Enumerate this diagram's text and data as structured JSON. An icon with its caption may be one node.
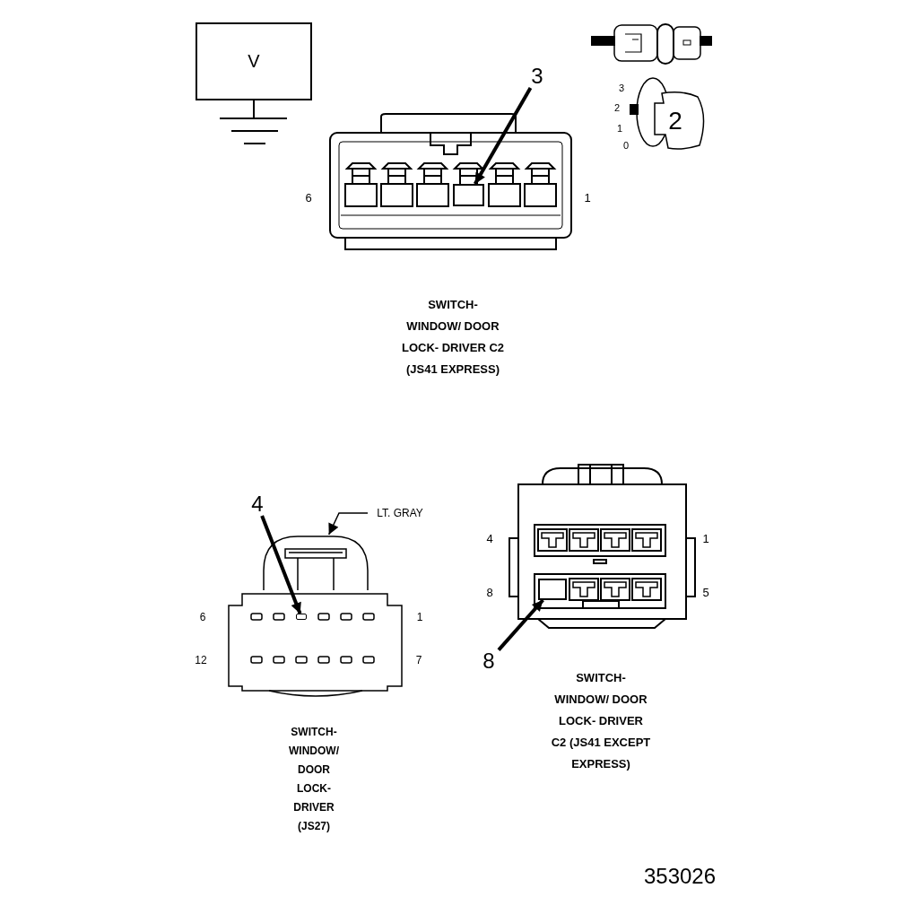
{
  "diagram": {
    "nodes": [
      {
        "text": [
          "V"
        ]
      },
      {
        "text": [
          "3"
        ]
      },
      {
        "text": [],
        "shape": "box"
      },
      {
        "text": [
          "4"
        ]
      },
      {
        "text": [
          "LT. GRAY"
        ]
      },
      {
        "text": [],
        "shape": "box"
      },
      {
        "text": [],
        "shape": "box"
      },
      {
        "text": [
          "8"
        ]
      },
      {
        "text": [],
        "shape": "box"
      }
    ],
    "edges": [
      {
        "from": 1,
        "to": 2,
        "arrow": "to"
      },
      {
        "from": 3,
        "to": 6,
        "arrow": "to"
      },
      {
        "from": 4,
        "to": 5,
        "arrow": "to"
      },
      {
        "from": 7,
        "to": 8,
        "arrow": "to"
      }
    ],
    "labels": [
      "3",
      "2",
      "1",
      "0",
      "2",
      "6",
      "1",
      "SWITCH- WINDOW/ DOOR LOCK- DRIVER C2 (JS41 EXPRESS)",
      "4",
      "1",
      "8",
      "5",
      "6",
      "1",
      "12",
      "7",
      "SWITCH- WINDOW/ DOOR LOCK- DRIVER C2 (JS41 EXCEPT EXPRESS)",
      "SWITCH- WINDOW/ DOOR LOCK- DRIVER (JS27)",
      "353026"
    ]
  }
}
